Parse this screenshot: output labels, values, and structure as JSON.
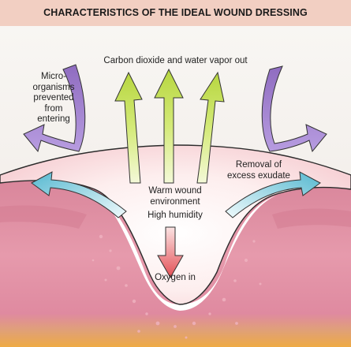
{
  "title": "CHARACTERISTICS OF THE IDEAL WOUND DRESSING",
  "labels": {
    "vapor_out": "Carbon dioxide and water vapor out",
    "microorganisms": "Micro-\norganisms\nprevented\nfrom\nentering",
    "removal": "Removal of\nexcess exudate",
    "warm": "Warm wound\nenvironment",
    "humidity": "High humidity",
    "oxygen": "Oxygen in"
  },
  "colors": {
    "header": "#f2cfc2",
    "sky": "#f7f4f1",
    "dressing": "#fde8e8",
    "skin": "#e08fa3",
    "fat": "#e8a54c",
    "green_arrow": "#c9e35f",
    "purple_arrow": "#9a78c8",
    "cyan_arrow": "#6cc3d6",
    "red_arrow": "#e86466"
  }
}
